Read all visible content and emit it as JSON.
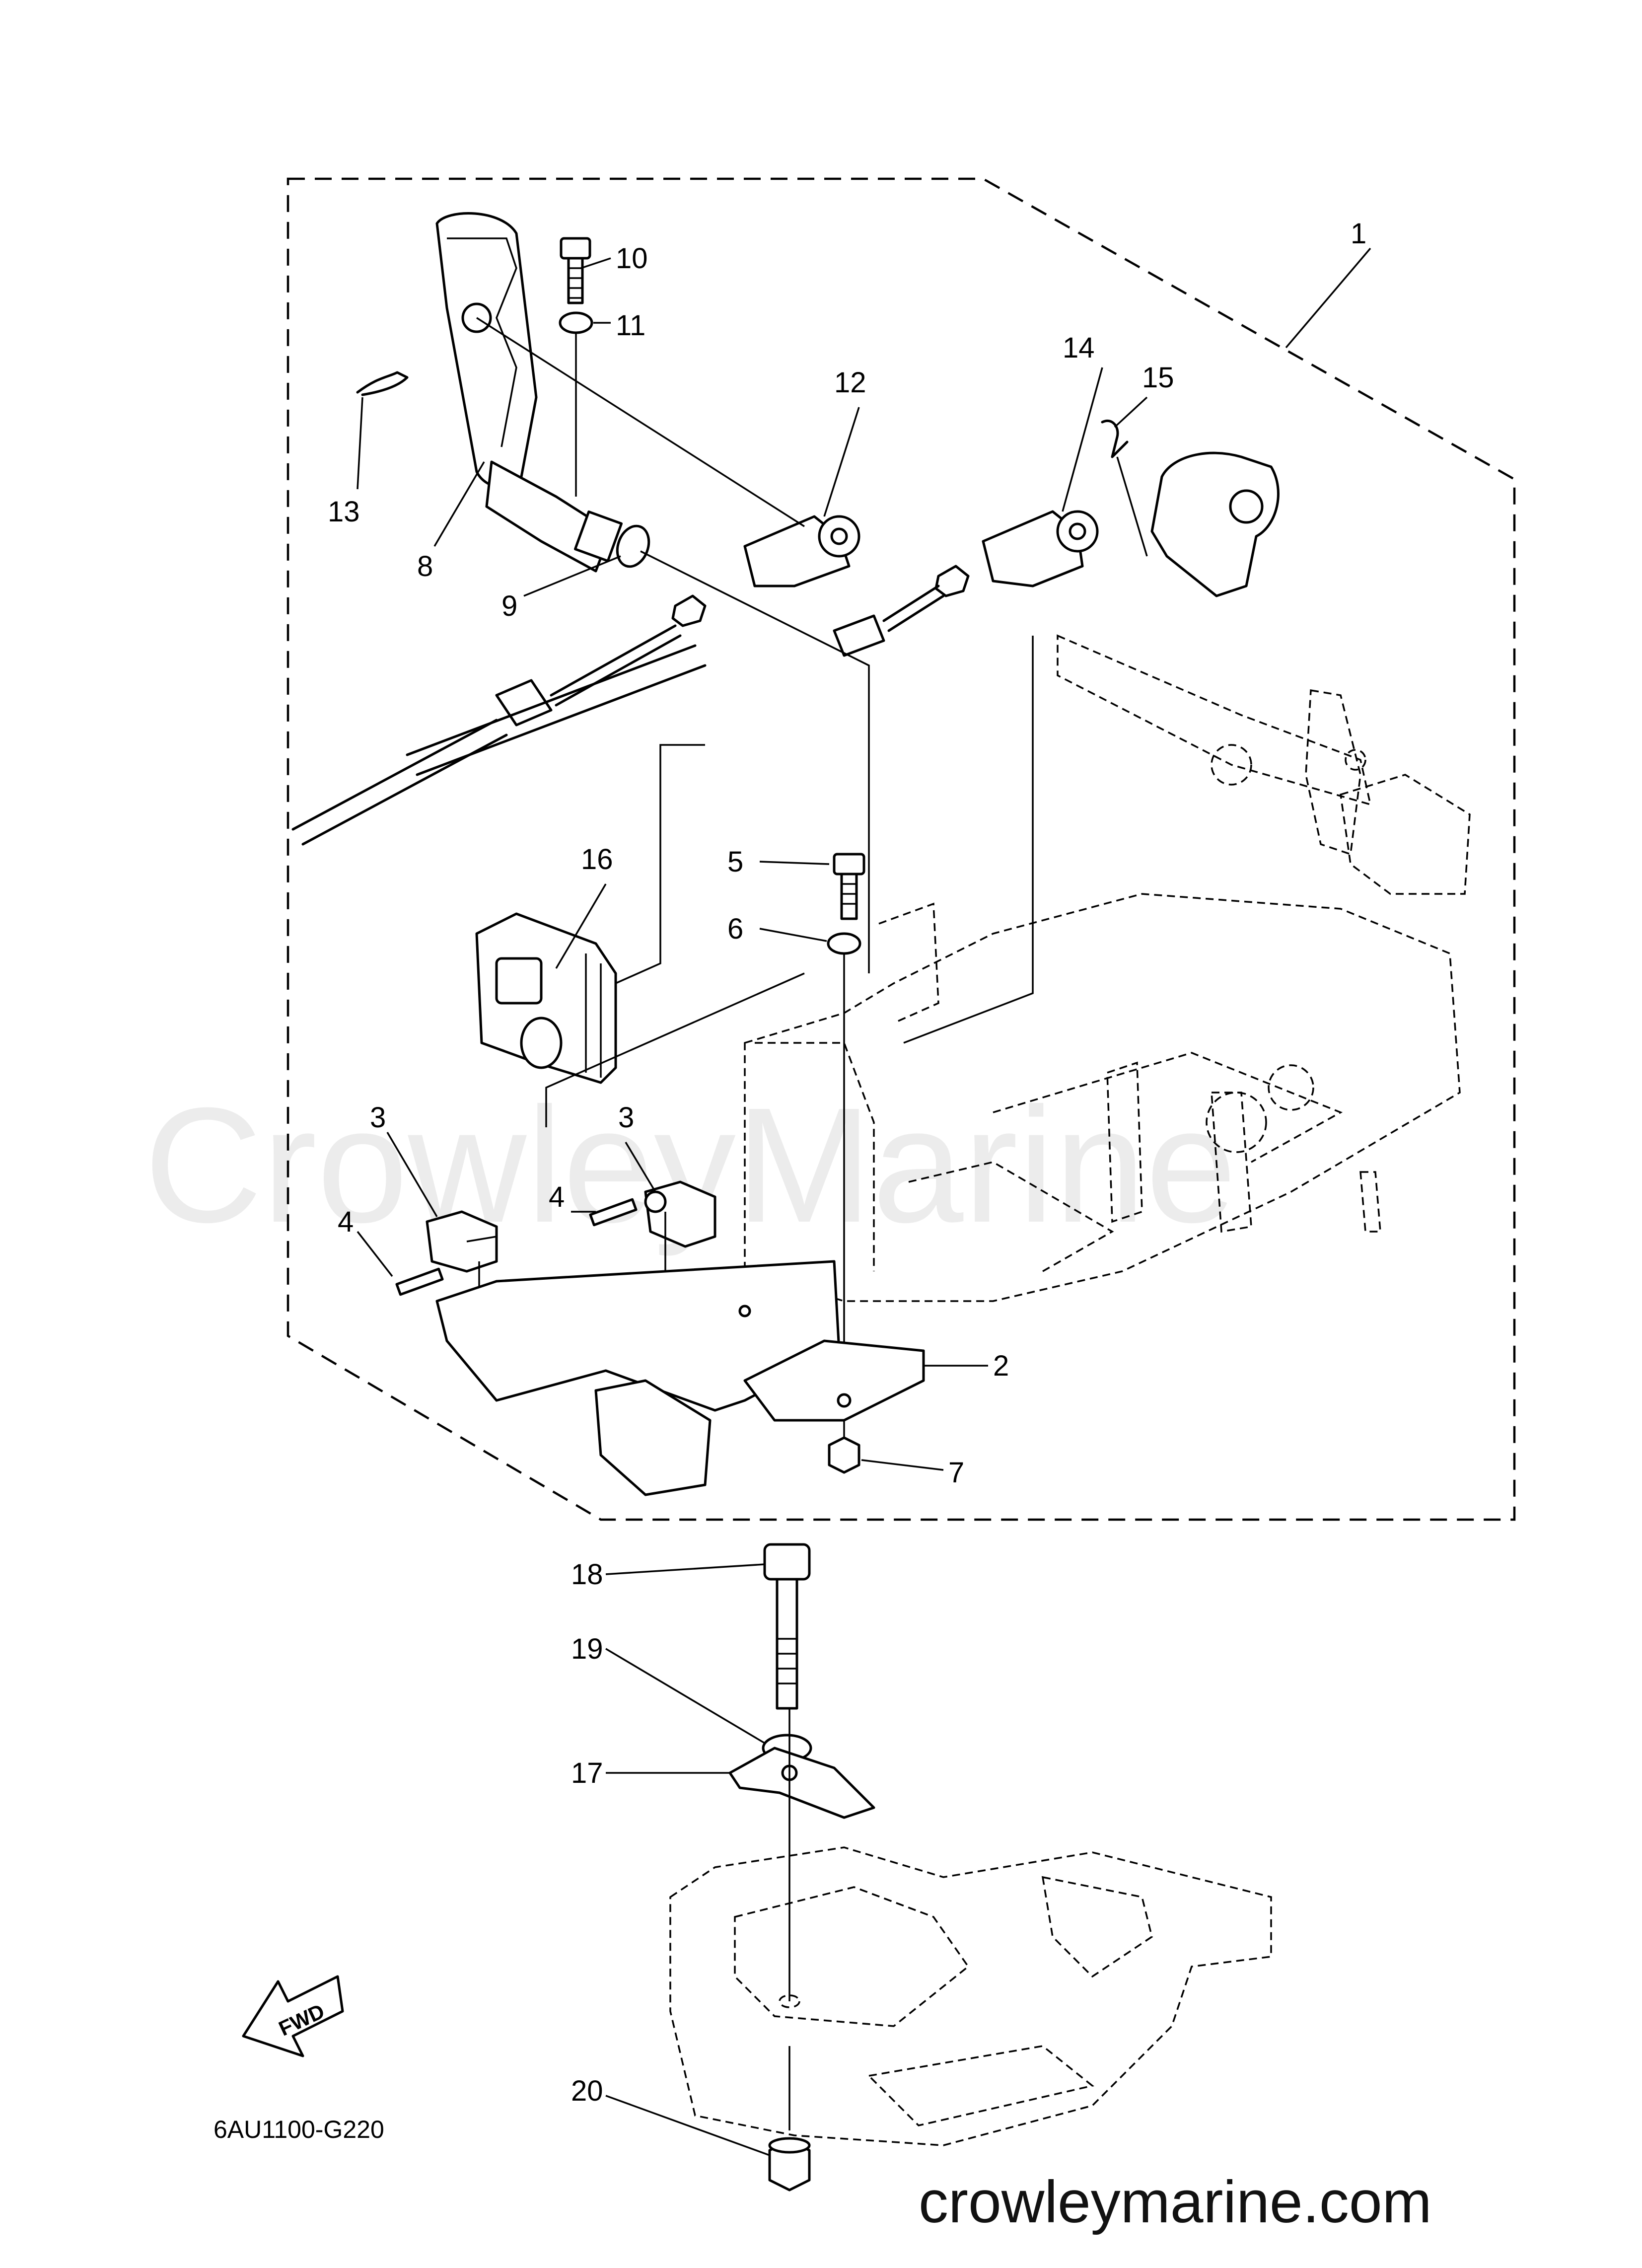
{
  "diagram": {
    "callouts": {
      "c1": "1",
      "c2": "2",
      "c3a": "3",
      "c3b": "3",
      "c4a": "4",
      "c4b": "4",
      "c5": "5",
      "c6": "6",
      "c7": "7",
      "c8": "8",
      "c9": "9",
      "c10": "10",
      "c11": "11",
      "c12": "12",
      "c13": "13",
      "c14": "14",
      "c15": "15",
      "c16": "16",
      "c17": "17",
      "c18": "18",
      "c19": "19",
      "c20": "20"
    },
    "fwd_label": "FWD",
    "drawing_code": "6AU1100-G220"
  },
  "watermark": {
    "center_text": "CrowleyMarine",
    "footer_url": "crowleymarine.com"
  }
}
